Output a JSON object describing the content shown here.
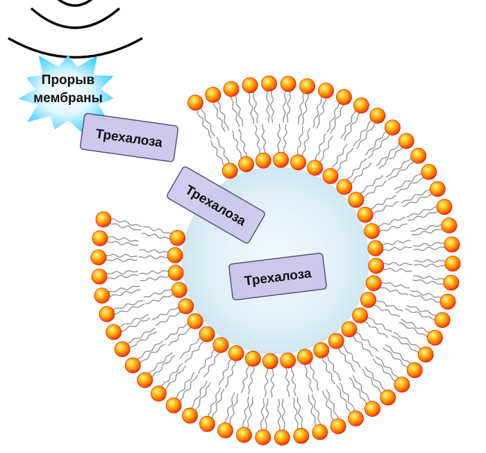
{
  "burst": {
    "label_line1": "Прорыв",
    "label_line2": "мембраны"
  },
  "molecules": [
    {
      "label": "Трехалоза"
    },
    {
      "label": "Трехалоза"
    },
    {
      "label": "Трехалоза"
    }
  ],
  "colors": {
    "lipid_head": "#ff6a00",
    "lipid_head_highlight": "#ffe066",
    "lipid_head_edge": "#e0200a",
    "lipid_tail": "#8a8a8a",
    "vesicle_core": "#d6ebf4",
    "molecule_fill": "#c9c3ea",
    "molecule_stroke": "#55507a",
    "burst_fill": "#2fd3ff",
    "wave_color": "#000000"
  },
  "icons": {
    "burst": "starburst-icon",
    "waves": "sound-wave-icon",
    "lipid": "phospholipid-icon"
  }
}
